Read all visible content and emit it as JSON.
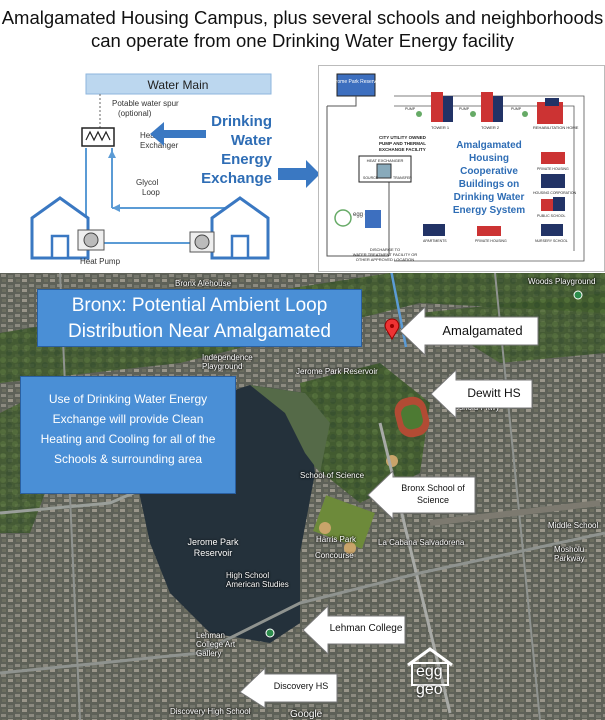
{
  "title": {
    "line1": "Amalgamated Housing Campus, plus several schools and neighborhoods",
    "line2": "can operate from one Drinking Water Energy  facility"
  },
  "diagram": {
    "water_main": "Water Main",
    "potable_spur": "Potable water spur",
    "optional": "(optional)",
    "heat_exchanger_1": "Heat",
    "heat_exchanger_2": "Exchanger",
    "glycol_1": "Glycol",
    "glycol_2": "Loop",
    "heat_pump": "Heat Pump",
    "dwee_1": "Drinking",
    "dwee_2": "Water",
    "dwee_3": "Energy",
    "dwee_4": "Exchange"
  },
  "schematic": {
    "reservoir": "Jerome Park Reservoir",
    "facility_1": "CITY UTILITY OWNED",
    "facility_2": "PUMP AND THERMAL",
    "facility_3": "EXCHANGE FACILITY",
    "heat_exchanger": "HEAT EXCHANGER",
    "source": "SOURCE",
    "transfer": "TRANSFER",
    "discharge_1": "DISCHARGE TO",
    "discharge_2": "WATER TREATMENT FACILITY OR",
    "discharge_3": "OTHER APPROVED LOCATION",
    "amalg_1": "Amalgamated",
    "amalg_2": "Housing",
    "amalg_3": "Cooperative",
    "amalg_4": "Buildings on",
    "amalg_5": "Drinking Water",
    "amalg_6": "Energy System",
    "tower1": "TOWER 1",
    "tower2": "TOWER 2",
    "rehab": "REHABILITATION HOME",
    "private1": "PRIVATE HOUSING",
    "housing_coop": "HOUSING CORPORATION",
    "public_school": "PUBLIC SCHOOL",
    "apartments": "APARTMENTS",
    "private2": "PRIVATE HOUSING",
    "nursery": "NURSERY SCHOOL",
    "pump": "PUMP",
    "logo": "egg geo"
  },
  "map": {
    "banner_1": "Bronx: Potential Ambient Loop",
    "banner_2": "Distribution Near Amalgamated",
    "info_1": "Use of Drinking Water Energy",
    "info_2": "Exchange will provide Clean",
    "info_3": "Heating and Cooling for all of the",
    "info_4": "Schools & surrounding area",
    "amalgamated": "Amalgamated",
    "dewitt": "Dewitt HS",
    "bronx_sci_1": "Bronx School of",
    "bronx_sci_2": "Science",
    "lehman": "Lehman College",
    "discovery": "Discovery HS",
    "reservoir_1": "Jerome Park",
    "reservoir_2": "Reservoir",
    "lbl_bronx_alehouse": "Bronx Alehouse",
    "lbl_independence": "Independence Playground",
    "lbl_jerome_park_res": "Jerome Park Reservoir",
    "lbl_mosholu_pkwy": "Mosholu Pkwy",
    "lbl_school_science": "School of Science",
    "lbl_harris_park": "Harris Park",
    "lbl_la_cabana": "La Cabana Salvadorena",
    "lbl_concourse": "Concourse",
    "lbl_high_school_american": "High School American Studies",
    "lbl_lehman_art": "Lehman College Art Gallery",
    "lbl_discovery_high": "Discovery High School",
    "lbl_woods": "Woods Playground",
    "lbl_middle_school": "Middle School",
    "lbl_mosholu": "Mosholu Parkway",
    "lbl_google": "Google",
    "logo": "egg geo"
  },
  "colors": {
    "banner_blue": "#4a8fd6",
    "diagram_blue": "#2e6db5",
    "pipe_blue": "#5b9bd5"
  }
}
